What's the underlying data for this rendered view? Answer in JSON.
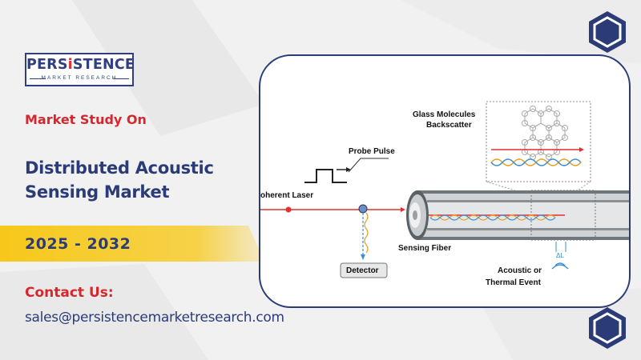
{
  "brand": {
    "logo_prefix": "PERS",
    "logo_accent": "i",
    "logo_suffix": "STENCE",
    "logo_subtitle": "MARKET RESEARCH"
  },
  "headline": {
    "study_label": "Market Study On",
    "title_line1": "Distributed Acoustic",
    "title_line2": "Sensing Market"
  },
  "period": {
    "years": "2025 - 2032"
  },
  "contact": {
    "label": "Contact Us:",
    "email": "sales@persistencemarketresearch.com"
  },
  "diagram": {
    "glass_molecules_line1": "Glass Molecules",
    "glass_molecules_line2": "Backscatter",
    "probe_pulse": "Probe Pulse",
    "laser": "oherent Laser",
    "sensing_fiber": "Sensing Fiber",
    "detector": "Detector",
    "event_line1": "Acoustic or",
    "event_line2": "Thermal Event",
    "delta_l": "ΔL"
  },
  "colors": {
    "navy": "#2b3b78",
    "red": "#d8262e",
    "yellow": "#f5c518",
    "background": "#f1f1f1"
  }
}
